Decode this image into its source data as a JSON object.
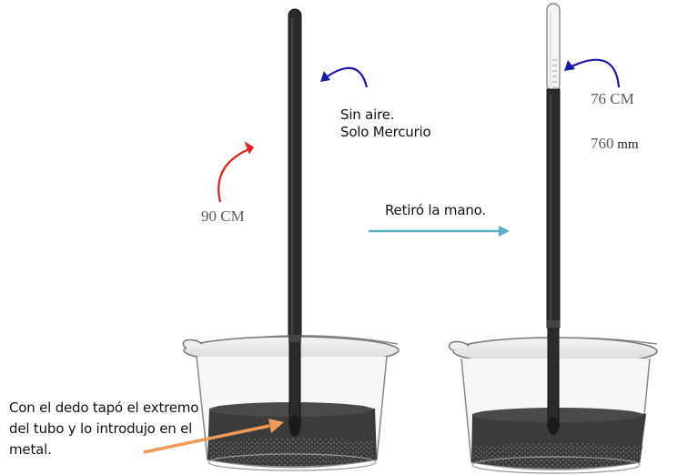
{
  "labels": {
    "height_left": "90 CM",
    "no_air_line1": "Sin aire.",
    "no_air_line2": "Solo Mercurio",
    "removed_hand": "Retiró la mano.",
    "height_right_cm": "76 CM",
    "height_right_mm_value": "760",
    "height_right_mm_unit": "mm",
    "instruction_line1": "Con el dedo tapó el extremo",
    "instruction_line2": "del tubo y lo introdujo en el",
    "instruction_line3": "metal."
  },
  "colors": {
    "red_arrow": "#e0201a",
    "blue_arrow": "#1a1aa8",
    "teal_arrow": "#5aaec2",
    "orange_arrow": "#f09a5a",
    "mercury": "#2e2e2e"
  }
}
